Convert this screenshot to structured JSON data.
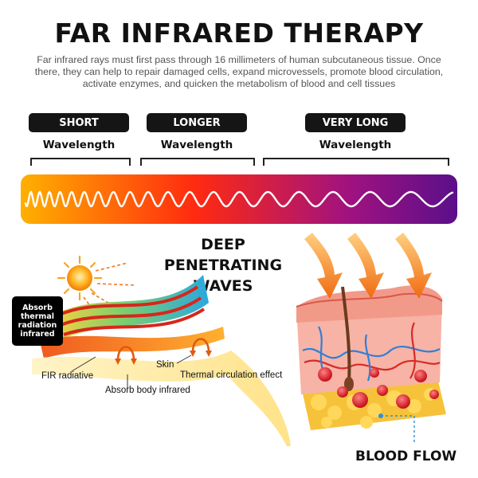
{
  "title": "FAR INFRARED THERAPY",
  "intro": "Far infrared rays must first pass through 16 millimeters of human subcutaneous tissue. Once there, they can help to repair damaged cells, expand microvessels, promote blood circulation, activate enzymes, and quicken the metabolism of blood and cell tissues",
  "bands": [
    {
      "label": "SHORT",
      "sub": "Wavelength"
    },
    {
      "label": "LONGER",
      "sub": "Wavelength"
    },
    {
      "label": "VERY LONG",
      "sub": "Wavelength"
    }
  ],
  "spectrum": {
    "colors": [
      "#ffb000",
      "#ff2a10",
      "#a01280",
      "#5b0f8a"
    ]
  },
  "deep": {
    "line1": "DEEP PENETRATING",
    "line2": "WAVES"
  },
  "absorb_box": "Absorb thermal radiation infrared",
  "labels": {
    "fir_radiative": "FIR radiative",
    "skin": "Skin",
    "thermal": "Thermal circulation effect",
    "absorb_body": "Absorb body infrared"
  },
  "blood_flow": "BLOOD FLOW"
}
